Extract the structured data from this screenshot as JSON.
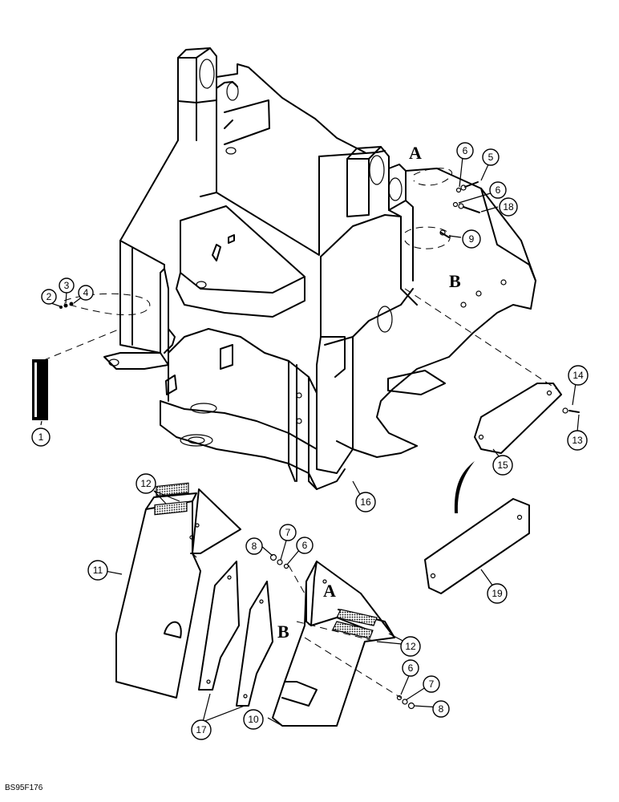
{
  "callouts": [
    {
      "id": "callout-1",
      "label": "1"
    },
    {
      "id": "callout-2",
      "label": "2"
    },
    {
      "id": "callout-3",
      "label": "3"
    },
    {
      "id": "callout-4",
      "label": "4"
    },
    {
      "id": "callout-5",
      "label": "5"
    },
    {
      "id": "callout-6a",
      "label": "6"
    },
    {
      "id": "callout-6b",
      "label": "6"
    },
    {
      "id": "callout-6c",
      "label": "6"
    },
    {
      "id": "callout-6d",
      "label": "6"
    },
    {
      "id": "callout-7a",
      "label": "7"
    },
    {
      "id": "callout-7b",
      "label": "7"
    },
    {
      "id": "callout-8a",
      "label": "8"
    },
    {
      "id": "callout-8b",
      "label": "8"
    },
    {
      "id": "callout-9",
      "label": "9"
    },
    {
      "id": "callout-10",
      "label": "10"
    },
    {
      "id": "callout-11",
      "label": "11"
    },
    {
      "id": "callout-12a",
      "label": "12"
    },
    {
      "id": "callout-12b",
      "label": "12"
    },
    {
      "id": "callout-13",
      "label": "13"
    },
    {
      "id": "callout-14",
      "label": "14"
    },
    {
      "id": "callout-15",
      "label": "15"
    },
    {
      "id": "callout-16",
      "label": "16"
    },
    {
      "id": "callout-17",
      "label": "17"
    },
    {
      "id": "callout-18",
      "label": "18"
    },
    {
      "id": "callout-19",
      "label": "19"
    }
  ],
  "reference_letters": {
    "a_top": "A",
    "b_top": "B",
    "a_bottom": "A",
    "b_bottom": "B"
  },
  "drawing_code": "BS95F176"
}
